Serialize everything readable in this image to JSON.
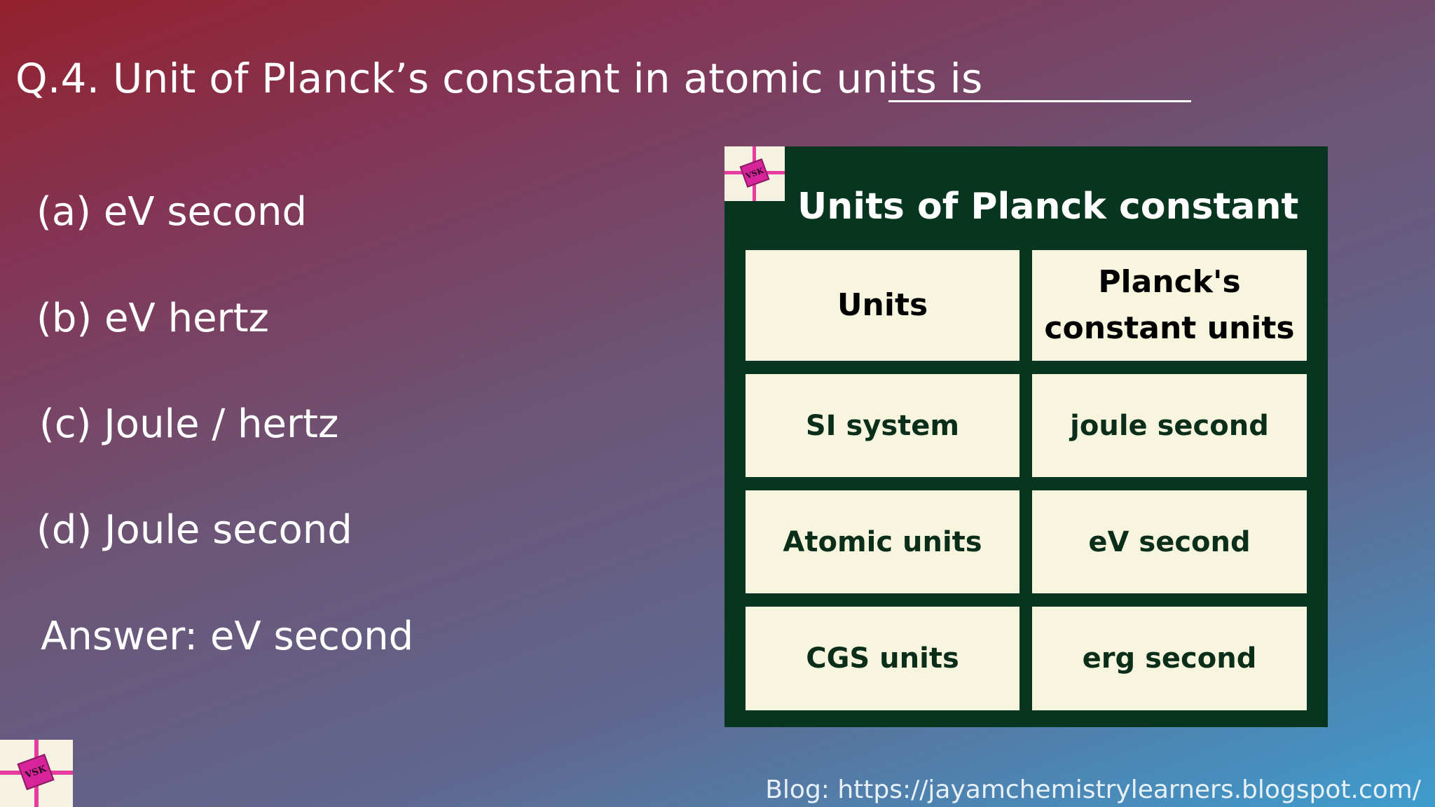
{
  "question": {
    "text": "Q.4. Unit of Planck’s constant in atomic units is"
  },
  "options": [
    "(a) eV second",
    "(b) eV hertz",
    "(c) Joule / hertz",
    "(d) Joule second"
  ],
  "answer": "Answer: eV second",
  "table": {
    "title": "Units of Planck constant",
    "headers": [
      "Units",
      "Planck's\nconstant units"
    ],
    "rows": [
      [
        "SI system",
        "joule second"
      ],
      [
        "Atomic units",
        "eV second"
      ],
      [
        "CGS units",
        "erg second"
      ]
    ]
  },
  "logo": {
    "text": "VSK",
    "icon": "logo-icon"
  },
  "footer": {
    "text": "Blog: https://jayamchemistrylearners.blogspot.com/"
  },
  "colors": {
    "panel": "#07351f",
    "cell": "#f7f5de",
    "logo_accent": "#e63d9e"
  }
}
